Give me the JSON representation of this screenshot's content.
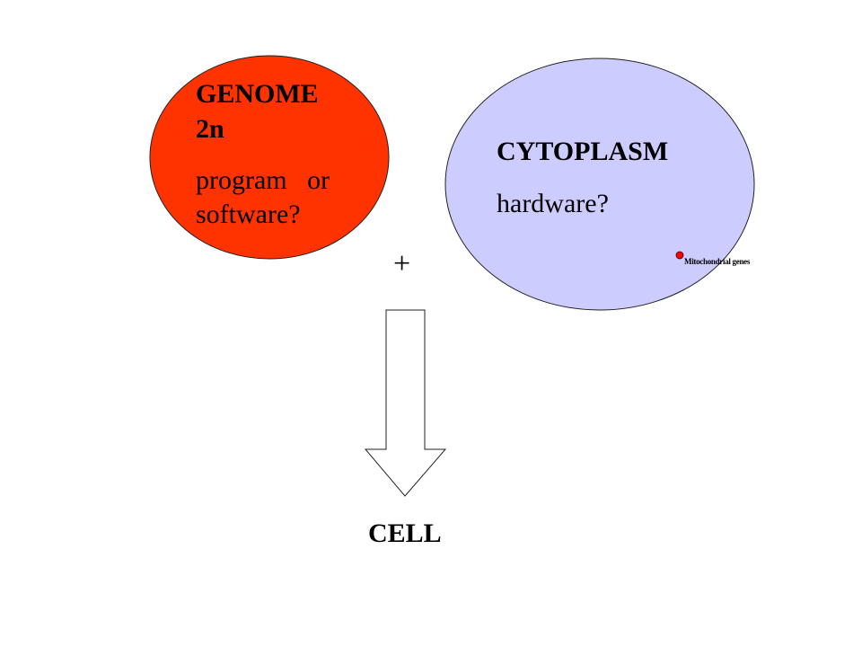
{
  "genome": {
    "title": "GENOME",
    "subtitle": "2n",
    "line1": "program   or",
    "line2": "software?",
    "fill": "#ff3300"
  },
  "cytoplasm": {
    "title": "CYTOPLASM",
    "line1": "hardware?",
    "fill": "#ccccff"
  },
  "mitochondria": {
    "label": "Mitochondrial genes",
    "dot_color": "#ff0000"
  },
  "plus": "+",
  "result": "CELL"
}
